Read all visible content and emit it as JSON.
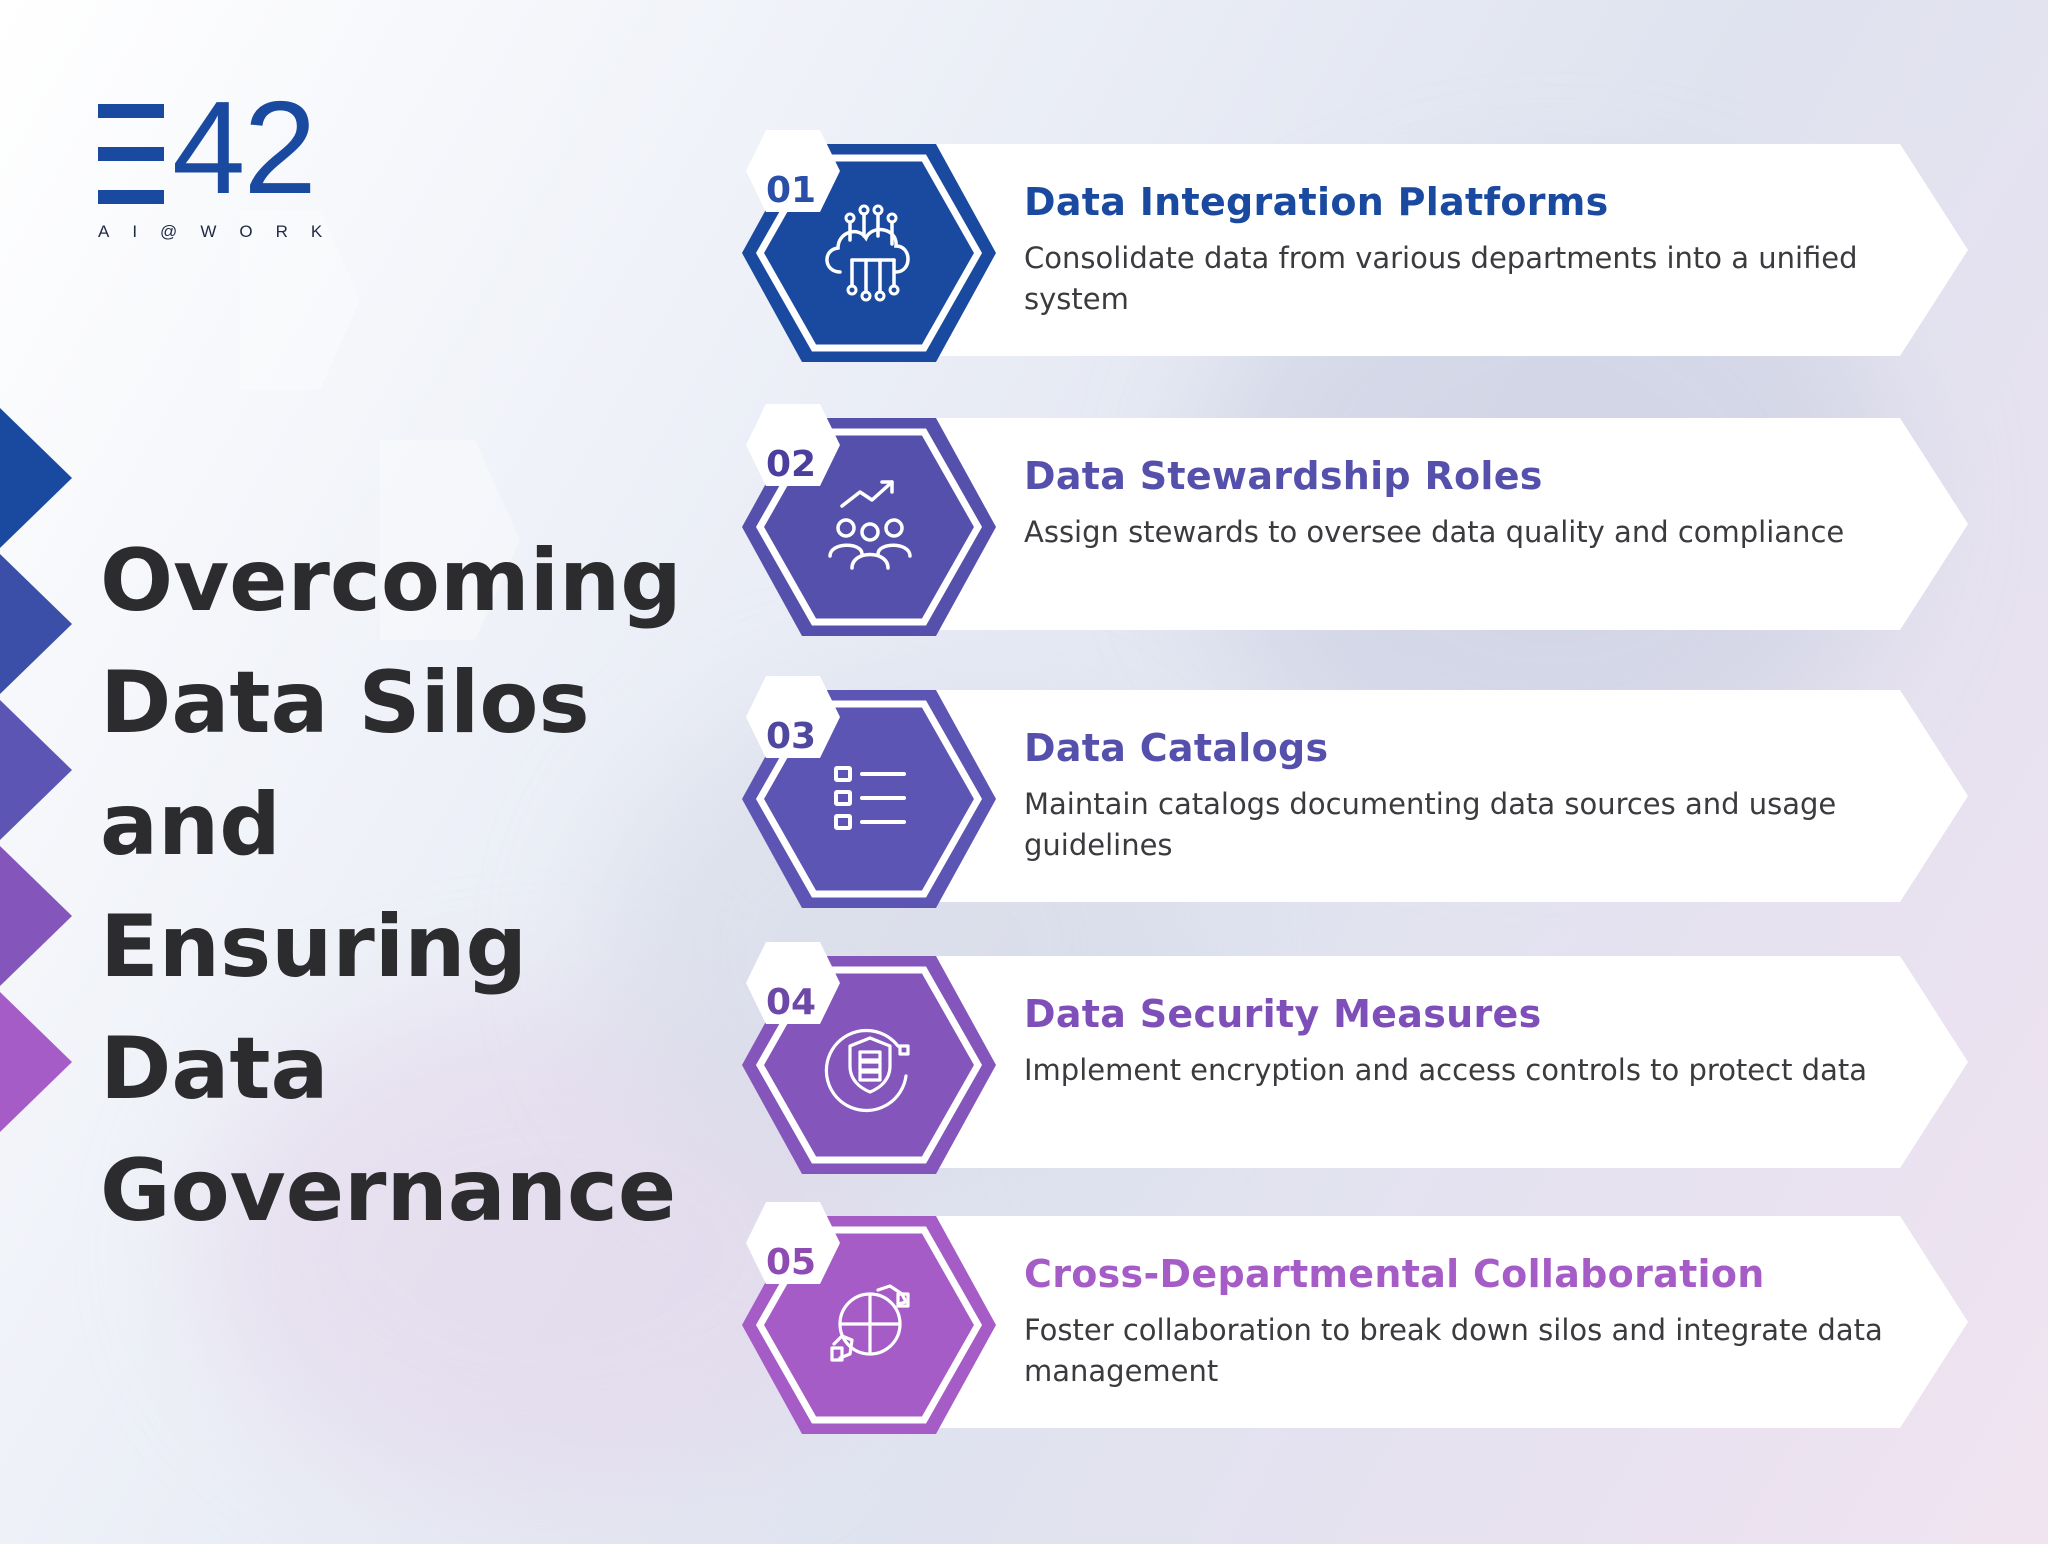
{
  "brand": {
    "logo_number": "42",
    "tagline": "AI@WORK",
    "primary_color": "#1a4aa0"
  },
  "title": "Overcoming Data Silos and Ensuring Data Governance",
  "items": [
    {
      "number": "01",
      "title": "Data Integration Platforms",
      "description": "Consolidate data from various departments into a unified system",
      "icon": "cloud-network-icon",
      "color": "#1a4aa0"
    },
    {
      "number": "02",
      "title": "Data Stewardship Roles",
      "description": "Assign stewards to oversee data quality and compliance",
      "icon": "team-growth-icon",
      "color": "#5650ad"
    },
    {
      "number": "03",
      "title": "Data Catalogs",
      "description": "Maintain catalogs documenting data sources and usage guidelines",
      "icon": "checklist-icon",
      "color": "#5c55b4"
    },
    {
      "number": "04",
      "title": "Data Security Measures",
      "description": "Implement encryption and access controls to protect data",
      "icon": "shield-server-icon",
      "color": "#8456bb"
    },
    {
      "number": "05",
      "title": "Cross-Departmental Collaboration",
      "description": "Foster collaboration to break down silos and integrate data management",
      "icon": "puzzle-handshake-icon",
      "color": "#a65cc6"
    }
  ]
}
